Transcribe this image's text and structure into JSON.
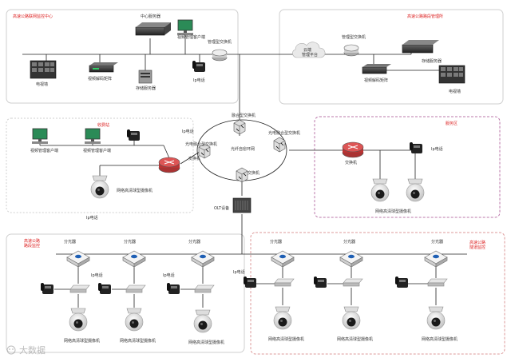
{
  "regions": {
    "top_left": "高速公路联网监控中心",
    "top_right": "高速公路路段管理所",
    "mid_left": "收费站",
    "mid_right": "服务区",
    "bottom_left": "高速公路\n路段监控",
    "bottom_right": "高速公路\n隧道监控"
  },
  "top_left": {
    "center_server": "中心服务器",
    "mgmt_switch": "管理型交换机",
    "tv_wall": "电视墙",
    "decoder": "视频解码矩阵",
    "storage": "存储服务器",
    "client": "视频管理客户端",
    "ip_phone": "Ip电话"
  },
  "top_right": {
    "mgmt_switch": "管理型交换机",
    "cloud": "云端\n管理平台",
    "storage": "存储服务器",
    "decoder": "视频解码矩阵",
    "tv_wall": "电视墙"
  },
  "core": {
    "ring": "光纤自愈环网",
    "switch_top": "融合型交换机",
    "switch_left": "光电融合型交换机",
    "switch_right": "光电融合型交换机",
    "switch_center": "交换机",
    "olt": "OLT设备",
    "switch_left2": "交换机"
  },
  "mid_left": {
    "client1": "视频管理客户端",
    "client2": "视频管理客户端",
    "ip_phone": "Ip电话",
    "camera": "网络高清球型摄像机",
    "ip_phone2": "Ip电话"
  },
  "mid_right": {
    "switch": "交换机",
    "ip_phone": "Ip电话",
    "camera": "网络高清球型摄像机"
  },
  "bottom": {
    "splitter": "分光器",
    "ip_phone": "Ip电话",
    "camera": "网络高清球型摄像机"
  },
  "watermark": "大数据"
}
